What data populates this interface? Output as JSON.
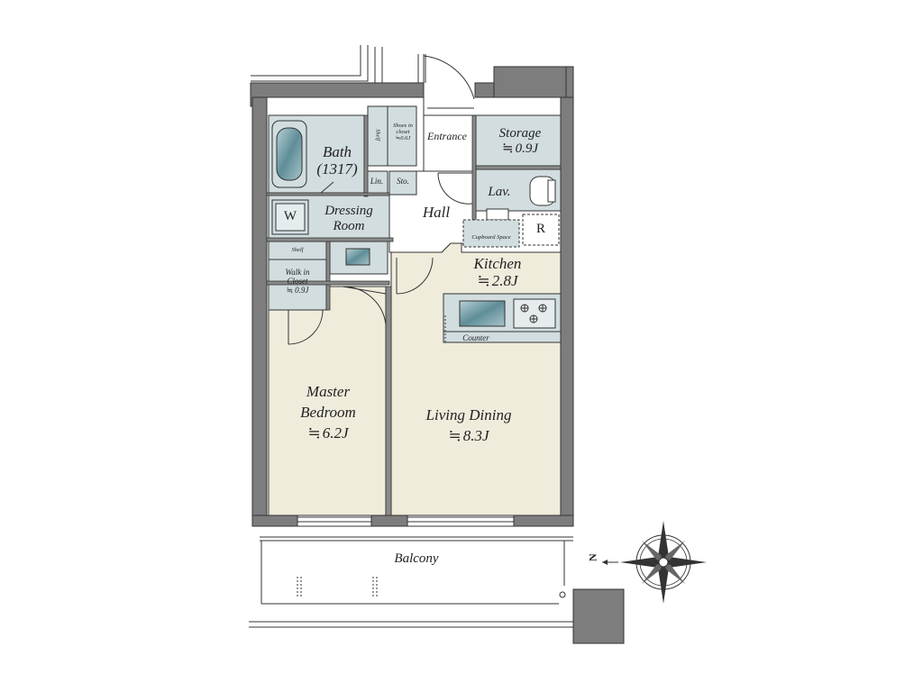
{
  "rooms": {
    "bath": {
      "name": "Bath",
      "code": "(1317)"
    },
    "dressing": {
      "name_line1": "Dressing",
      "name_line2": "Room"
    },
    "washer": {
      "mark": "W"
    },
    "lin": {
      "name": "Lin."
    },
    "sto": {
      "name": "Sto."
    },
    "shelf_top": {
      "name": "Shelf"
    },
    "shoes": {
      "line1": "Shoes in",
      "line2": "closet",
      "line3": "≒0.6J"
    },
    "entrance": {
      "name": "Entrance"
    },
    "storage": {
      "name": "Storage",
      "size": "0.9J"
    },
    "lav": {
      "name": "Lav."
    },
    "hall": {
      "name": "Hall"
    },
    "cupboard": {
      "name": "Cupboard Space"
    },
    "fridge": {
      "mark": "R"
    },
    "kitchen": {
      "name": "Kitchen",
      "size": "2.8J"
    },
    "counter": {
      "name": "Counter"
    },
    "shelf_wic": {
      "name": "Shelf"
    },
    "wic": {
      "line1": "Walk in",
      "line2": "Closet",
      "size": "0.9J"
    },
    "master": {
      "line1": "Master",
      "line2": "Bedroom",
      "size": "6.2J"
    },
    "living": {
      "name": "Living Dining",
      "size": "8.3J"
    },
    "balcony": {
      "name": "Balcony"
    }
  },
  "compass": {
    "north": "N"
  },
  "colors": {
    "wall": "#7d7d7d",
    "wall_dark": "#6a6a6a",
    "floor": "#f0ecdc",
    "wet": "#d2dde0",
    "white_floor": "#ffffff",
    "line": "#222222"
  }
}
